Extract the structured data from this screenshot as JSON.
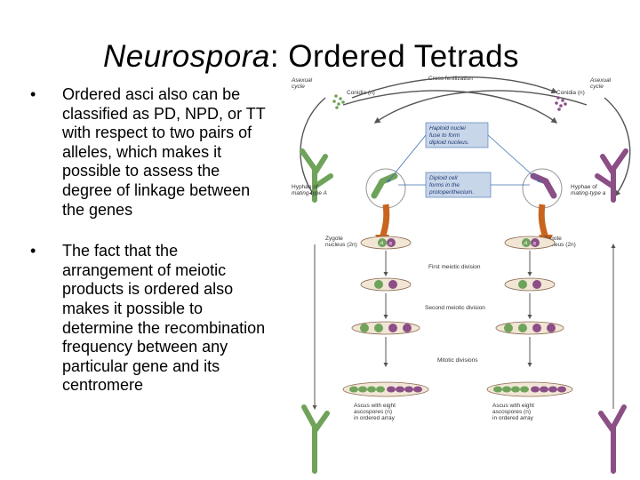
{
  "slide": {
    "title_italic": "Neurospora",
    "title_rest": ": Ordered Tetrads",
    "bullets": [
      "Ordered asci also can be classified as PD, NPD, or TT with respect to two pairs of alleles, which makes it possible to assess the degree of linkage between the genes",
      "The fact that the arrangement of meiotic products is ordered also makes it possible to determine the recombination frequency between any particular gene and its centromere"
    ],
    "bullet_symbol": "•"
  },
  "diagram": {
    "labels": {
      "asexual_left_1": "Asexual",
      "asexual_left_2": "cycle",
      "asexual_right_1": "Asexual",
      "asexual_right_2": "cycle",
      "cross_fert": "Cross fertilization",
      "conidia_left": "Conidia (n)",
      "conidia_right": "Conidia (n)",
      "haploid_1": "Haploid nuclei",
      "haploid_2": "fuse to form",
      "haploid_3": "diploid nucleus.",
      "diploid_1": "Diploid cell",
      "diploid_2": "forms in the",
      "diploid_3": "protoperithecium.",
      "hyphae_left_1": "Hyphae of",
      "hyphae_left_2": "mating-type A",
      "hyphae_right_1": "Hyphae of",
      "hyphae_right_2": "mating-type a",
      "zygote_left_1": "Zygote",
      "zygote_left_2": "nucleus (2n)",
      "zygote_right_1": "Zygote",
      "zygote_right_2": "nucleus (2n)",
      "first_div": "First meiotic division",
      "second_div": "Second meiotic division",
      "mitotic_div": "Mitotic divisions",
      "ascus_left_1": "Ascus with eight",
      "ascus_left_2": "ascospores (n)",
      "ascus_left_3": "in ordered array",
      "ascus_right_1": "Ascus with eight",
      "ascus_right_2": "ascospores (n)",
      "ascus_right_3": "in ordered array"
    },
    "allele_A": "A",
    "allele_a": "a",
    "colors": {
      "green_cell": "#6fa35a",
      "purple_cell": "#8b4f86",
      "orange_arrow": "#c9641f",
      "blue_line": "#3b6fb0",
      "box_fill": "#c8d6ea",
      "ascus_fill": "#f1e6d6"
    }
  }
}
